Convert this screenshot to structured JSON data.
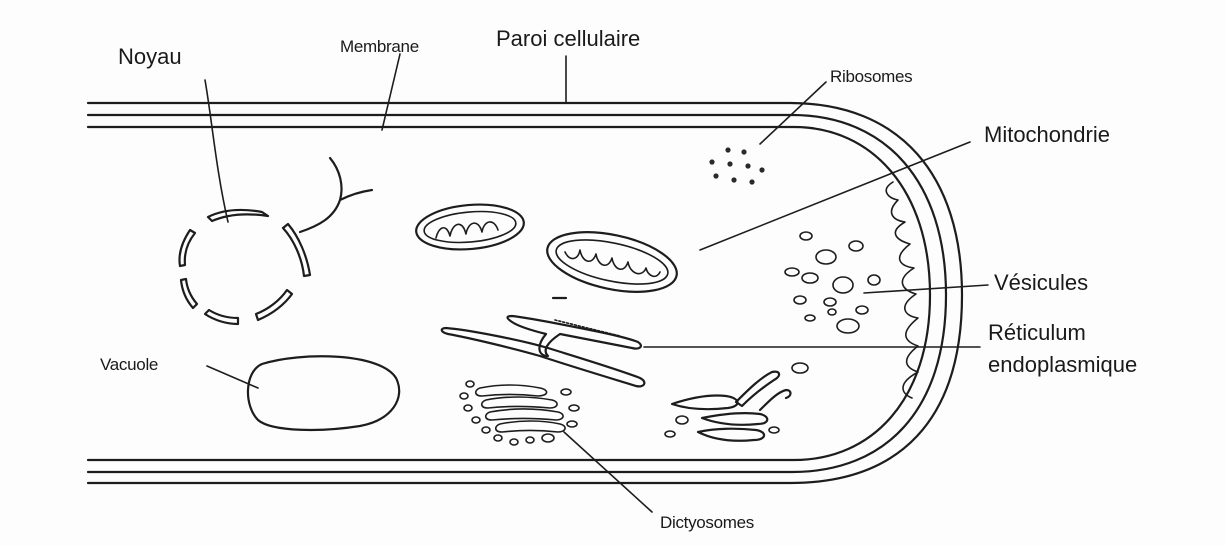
{
  "labels": {
    "noyau": "Noyau",
    "membrane": "Membrane",
    "paroi": "Paroi cellulaire",
    "ribosomes": "Ribosomes",
    "mitochondrie": "Mitochondrie",
    "vesicules": "Vésicules",
    "reticulum_line1": "Réticulum",
    "reticulum_line2": "endoplasmique",
    "vacuole": "Vacuole",
    "dictyosomes": "Dictyosomes"
  }
}
